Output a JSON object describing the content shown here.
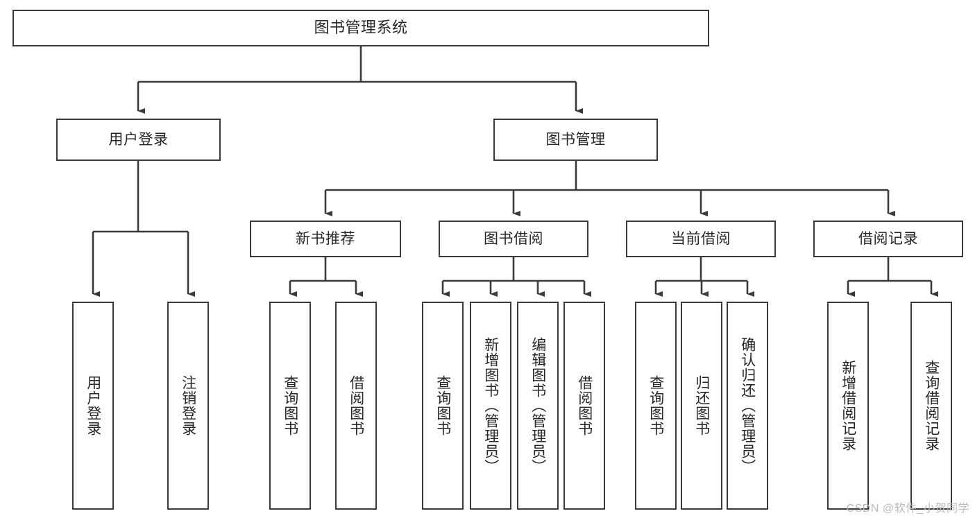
{
  "diagram": {
    "type": "tree-hierarchy-chart",
    "title": "图书管理系统",
    "watermark": "CSDN @软件_小贺同学",
    "colors": {
      "stroke": "#3a3a3a",
      "fill": "#ffffff",
      "text": "#262626",
      "watermark": "#b9b9b9"
    },
    "levels": {
      "root": {
        "label": "图书管理系统"
      },
      "level2": [
        {
          "label": "用户登录"
        },
        {
          "label": "图书管理"
        }
      ],
      "level3": [
        {
          "label": "新书推荐"
        },
        {
          "label": "图书借阅"
        },
        {
          "label": "当前借阅"
        },
        {
          "label": "借阅记录"
        }
      ]
    },
    "groups": [
      {
        "parent": "用户登录",
        "leaves": [
          {
            "label": "用户登录"
          },
          {
            "label": "注销登录"
          }
        ]
      },
      {
        "parent": "新书推荐",
        "leaves": [
          {
            "label": "查询图书"
          },
          {
            "label": "借阅图书"
          }
        ]
      },
      {
        "parent": "图书借阅",
        "leaves": [
          {
            "label": "查询图书"
          },
          {
            "label": "新增图书（管理员）"
          },
          {
            "label": "编辑图书（管理员）"
          },
          {
            "label": "借阅图书"
          }
        ]
      },
      {
        "parent": "当前借阅",
        "leaves": [
          {
            "label": "查询图书"
          },
          {
            "label": "归还图书"
          },
          {
            "label": "确认归还（管理员）"
          }
        ]
      },
      {
        "parent": "借阅记录",
        "leaves": [
          {
            "label": "新增借阅记录"
          },
          {
            "label": "查询借阅记录"
          }
        ]
      }
    ],
    "nodes": {
      "root": "图书管理系统",
      "user_login": "用户登录",
      "book_manage": "图书管理",
      "new_book_rec": "新书推荐",
      "book_borrow": "图书借阅",
      "current_borrow": "当前借阅",
      "borrow_record": "借阅记录",
      "leaf_user_login": "用户登录",
      "leaf_logout": "注销登录",
      "leaf_query_book_1": "查询图书",
      "leaf_borrow_book_1": "借阅图书",
      "leaf_query_book_2": "查询图书",
      "leaf_add_book": "新增图书（管理员）",
      "leaf_edit_book": "编辑图书（管理员）",
      "leaf_borrow_book_2": "借阅图书",
      "leaf_query_book_3": "查询图书",
      "leaf_return_book": "归还图书",
      "leaf_confirm_return": "确认归还（管理员）",
      "leaf_add_record": "新增借阅记录",
      "leaf_query_record": "查询借阅记录"
    }
  }
}
